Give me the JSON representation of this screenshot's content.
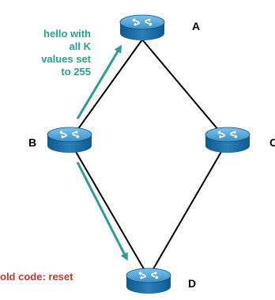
{
  "routers": [
    {
      "id": "A",
      "label": "A"
    },
    {
      "id": "B",
      "label": "B"
    },
    {
      "id": "C",
      "label": "C"
    },
    {
      "id": "D",
      "label": "D"
    }
  ],
  "links": [
    [
      "A",
      "B"
    ],
    [
      "A",
      "C"
    ],
    [
      "B",
      "D"
    ],
    [
      "C",
      "D"
    ]
  ],
  "annotations": {
    "hello_lines": [
      "hello with",
      "all K",
      "values set",
      "to 255"
    ],
    "hold_code": "old code: reset"
  },
  "colors": {
    "router_body": "#1f6fa6",
    "router_top": "#4fa3d8",
    "router_edge": "#0c4a78",
    "link": "#000000",
    "arrow": "#2a9d95",
    "text_teal": "#2a9d95",
    "text_red": "#c0392b",
    "label": "#000000"
  }
}
